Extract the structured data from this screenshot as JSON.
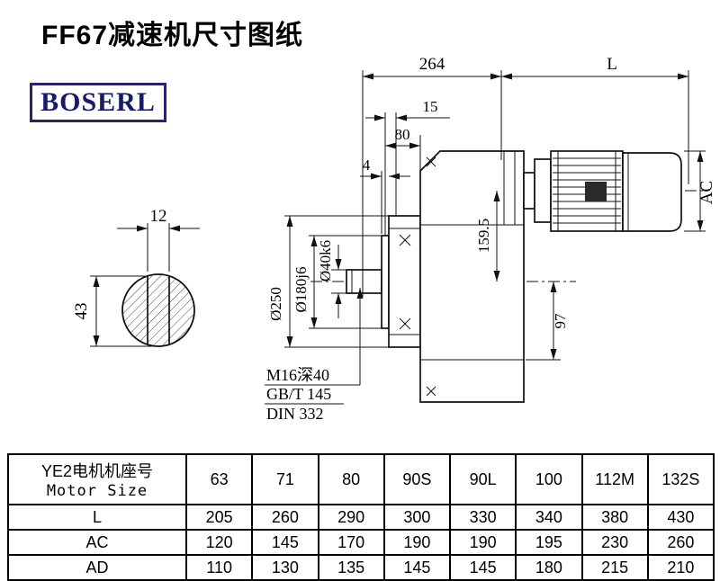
{
  "page": {
    "title": "FF67减速机尺寸图纸",
    "brand": "BOSERL"
  },
  "drawing": {
    "dimensions": {
      "overall_length": "264",
      "motor_length": "L",
      "flange_offset": "15",
      "shaft_length": "80",
      "spigot_depth": "4",
      "motor_diameter": "AC",
      "axis_height": "159.5",
      "foot_height": "97",
      "flange_diameter": "Ø250",
      "spigot_diameter": "Ø180j6",
      "shaft_diameter": "Ø40k6",
      "keyway_width": "12",
      "keyway_height": "43"
    },
    "notes": {
      "tap": "M16深40",
      "standard1": "GB/T 145",
      "standard2": "DIN 332"
    }
  },
  "table": {
    "row_header": {
      "line1": "YE2电机机座号",
      "line2": "Motor Size"
    },
    "motor_sizes": [
      "63",
      "71",
      "80",
      "90S",
      "90L",
      "100",
      "112M",
      "132S"
    ],
    "rows": [
      {
        "label": "L",
        "values": [
          "205",
          "260",
          "290",
          "300",
          "330",
          "340",
          "380",
          "430"
        ]
      },
      {
        "label": "AC",
        "values": [
          "120",
          "145",
          "170",
          "190",
          "190",
          "195",
          "230",
          "260"
        ]
      },
      {
        "label": "AD",
        "values": [
          "110",
          "130",
          "135",
          "145",
          "145",
          "180",
          "215",
          "210"
        ]
      }
    ]
  }
}
